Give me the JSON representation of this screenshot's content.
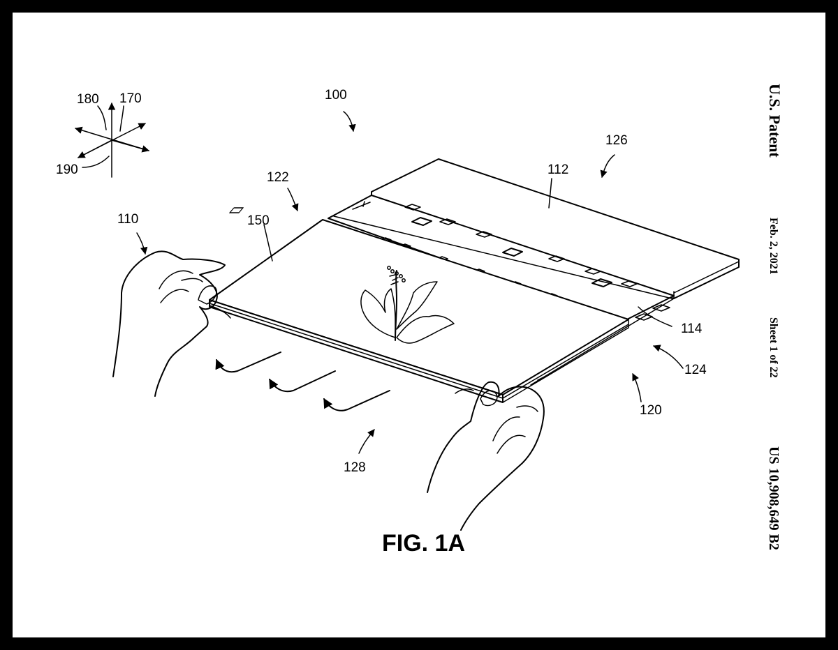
{
  "header": {
    "title": "U.S. Patent",
    "date": "Feb. 2, 2021",
    "sheet": "Sheet 1 of 22",
    "patent_number": "US 10,908,649 B2"
  },
  "figure": {
    "caption": "FIG. 1A",
    "labels": {
      "l100": "100",
      "l110": "110",
      "l112": "112",
      "l114": "114",
      "l120": "120",
      "l122": "122",
      "l124": "124",
      "l126": "126",
      "l128": "128",
      "l150": "150",
      "l170": "170",
      "l180": "180",
      "l190": "190"
    }
  },
  "colors": {
    "background": "#000000",
    "sheet": "#ffffff",
    "ink": "#000000"
  }
}
